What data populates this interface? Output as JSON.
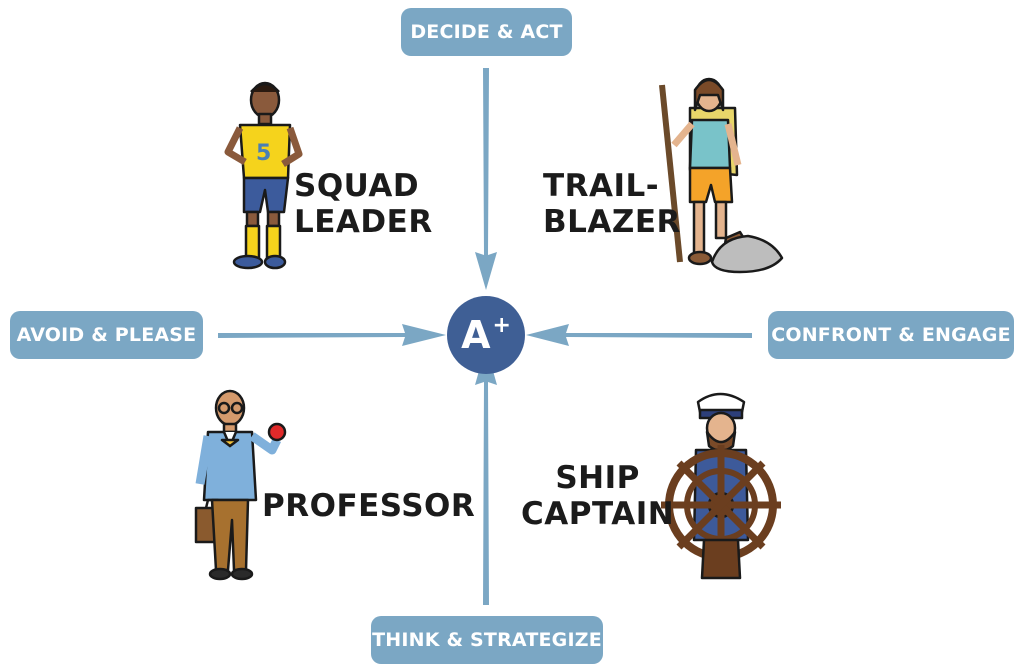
{
  "axes": {
    "top": "DECIDE & ACT",
    "left": "AVOID & PLEASE",
    "right": "CONFRONT & ENGAGE",
    "bottom": "THINK & STRATEGIZE"
  },
  "center": {
    "letter": "A",
    "superscript": "+"
  },
  "quadrants": {
    "top_left": {
      "line1": "SQUAD",
      "line2": "LEADER",
      "figure": "soccer-player-icon"
    },
    "top_right": {
      "line1": "TRAIL-",
      "line2": "BLAZER",
      "figure": "hiker-icon"
    },
    "bottom_left": {
      "line1": "PROFESSOR",
      "figure": "professor-icon"
    },
    "bottom_right": {
      "line1": "SHIP",
      "line2": "CAPTAIN",
      "figure": "ship-captain-icon"
    }
  },
  "colors": {
    "pill": "#7ba7c4",
    "arrow": "#7ba7c4",
    "center": "#3f5f95"
  }
}
